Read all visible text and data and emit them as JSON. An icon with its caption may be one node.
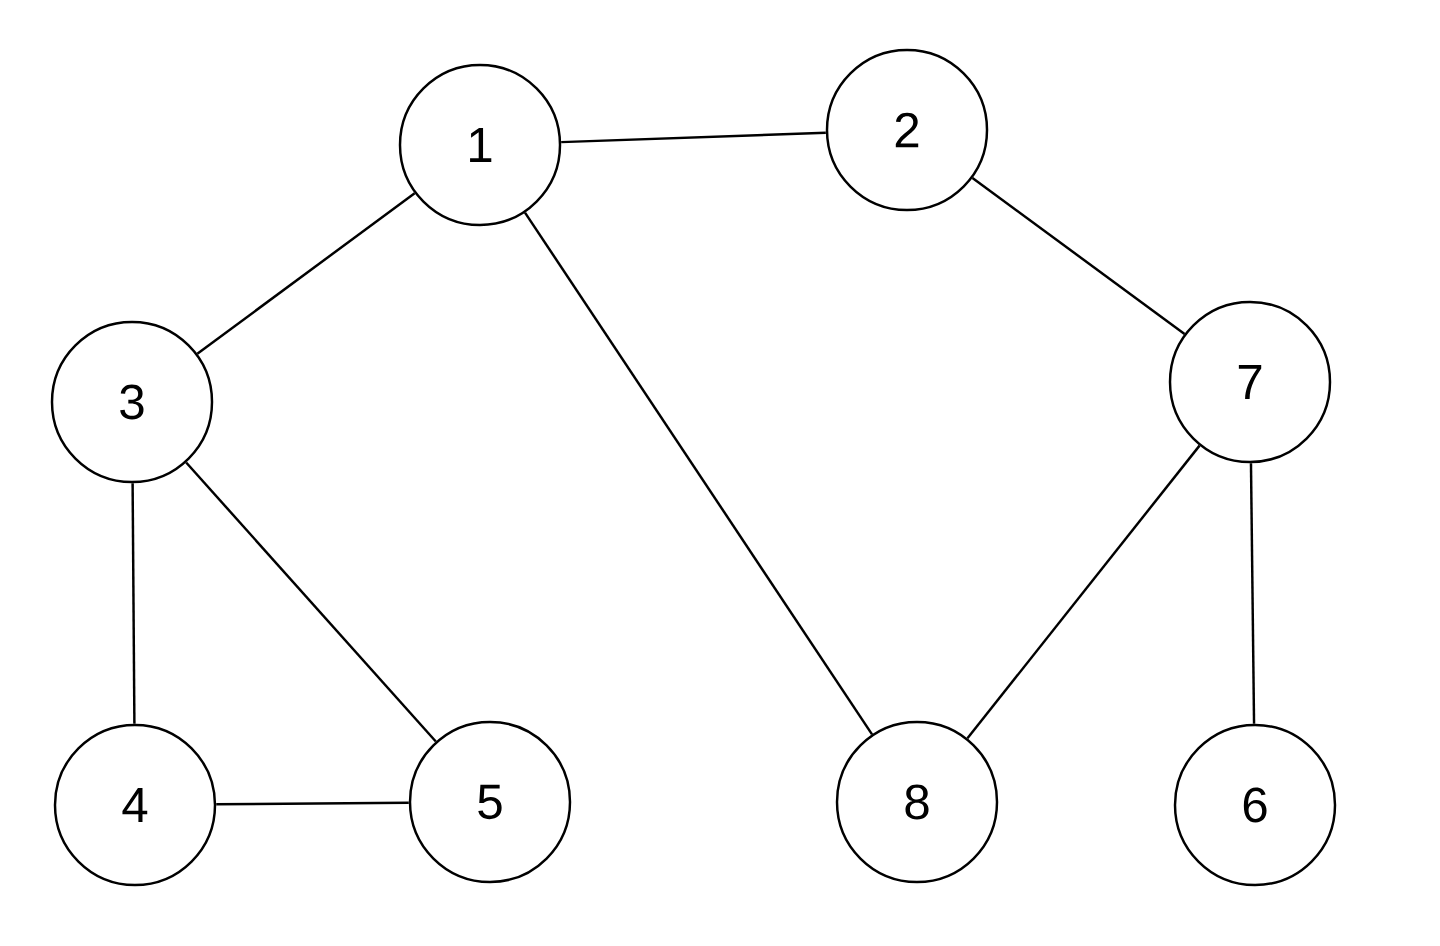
{
  "diagram": {
    "nodes": [
      {
        "text": [
          "1"
        ]
      },
      {
        "text": [
          "2"
        ]
      },
      {
        "text": [
          "3"
        ]
      },
      {
        "text": [
          "4"
        ]
      },
      {
        "text": [
          "5"
        ]
      },
      {
        "text": [
          "6"
        ]
      },
      {
        "text": [
          "7"
        ]
      },
      {
        "text": [
          "8"
        ]
      }
    ],
    "edges": [
      {
        "from": 0,
        "to": 1,
        "arrow": "none"
      },
      {
        "from": 0,
        "to": 2,
        "arrow": "none"
      },
      {
        "from": 0,
        "to": 7,
        "arrow": "none"
      },
      {
        "from": 1,
        "to": 6,
        "arrow": "none"
      },
      {
        "from": 2,
        "to": 3,
        "arrow": "none"
      },
      {
        "from": 2,
        "to": 4,
        "arrow": "none"
      },
      {
        "from": 3,
        "to": 4,
        "arrow": "none"
      },
      {
        "from": 6,
        "to": 7,
        "arrow": "none"
      },
      {
        "from": 6,
        "to": 5,
        "arrow": "none"
      }
    ]
  }
}
